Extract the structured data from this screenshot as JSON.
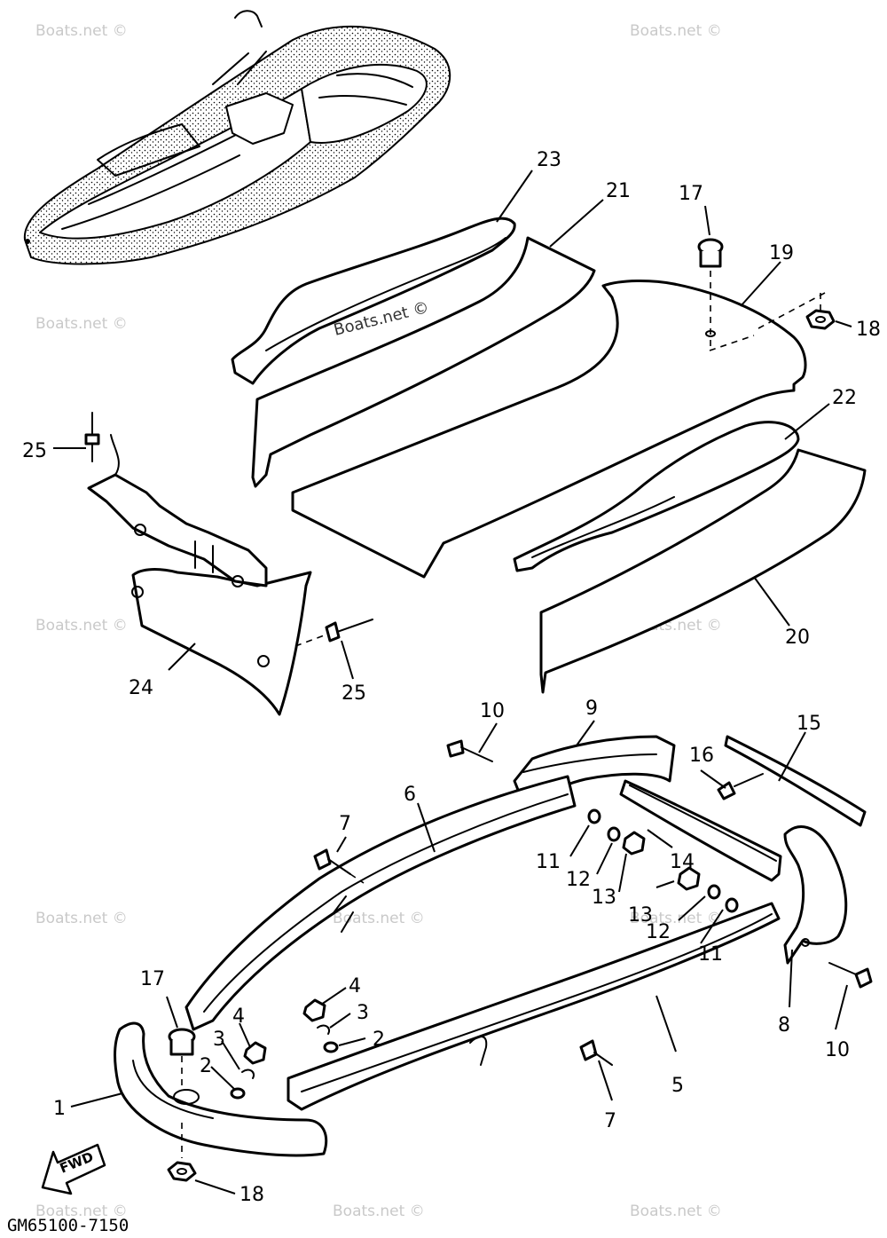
{
  "watermark": "Boats.net ©",
  "drawing_code": "GM65100-7150",
  "fwd_label": "FWD",
  "callouts": {
    "c1": "1",
    "c2a": "2",
    "c2b": "2",
    "c3a": "3",
    "c3b": "3",
    "c4a": "4",
    "c4b": "4",
    "c5": "5",
    "c6": "6",
    "c7a": "7",
    "c7b": "7",
    "c8": "8",
    "c9": "9",
    "c10a": "10",
    "c10b": "10",
    "c11a": "11",
    "c11b": "11",
    "c12a": "12",
    "c12b": "12",
    "c13a": "13",
    "c13b": "13",
    "c14": "14",
    "c15": "15",
    "c16": "16",
    "c17a": "17",
    "c17b": "17",
    "c18a": "18",
    "c18b": "18",
    "c19": "19",
    "c20": "20",
    "c21": "21",
    "c22": "22",
    "c23": "23",
    "c24": "24",
    "c25a": "25",
    "c25b": "25"
  }
}
